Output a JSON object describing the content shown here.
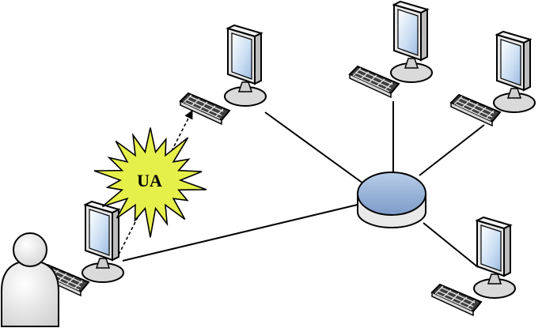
{
  "burst": {
    "label": "UA",
    "fill": "#e6f04a"
  },
  "colors": {
    "hub_fill": "#8eaed6",
    "screen_fill": "#c8dcf2",
    "monitor_body": "#e8e8e8",
    "keyboard_body": "#3a3a3a",
    "person_fill": "#eeeeee",
    "line": "#000000"
  },
  "nodes": [
    {
      "name": "hub",
      "icon": "network-hub-icon"
    },
    {
      "name": "top-left-computer",
      "icon": "computer-icon"
    },
    {
      "name": "top-center-computer",
      "icon": "computer-icon"
    },
    {
      "name": "top-right-computer",
      "icon": "computer-icon"
    },
    {
      "name": "bottom-right-computer",
      "icon": "computer-icon"
    },
    {
      "name": "attacker-computer",
      "icon": "computer-icon"
    },
    {
      "name": "user",
      "icon": "user-icon"
    }
  ]
}
